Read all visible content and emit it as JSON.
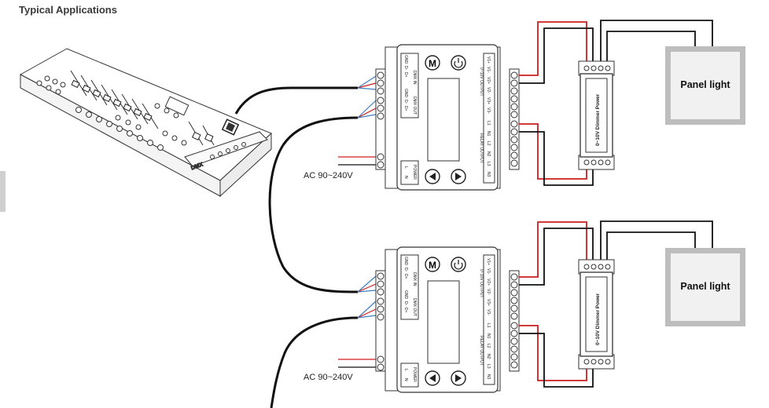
{
  "page": {
    "title": "Typical Applications"
  },
  "controller": {
    "logo_text": "DMX"
  },
  "decoders": [
    {
      "buttons": {
        "mode": "M",
        "power": "power-icon",
        "left": "left-arrow-icon",
        "right": "right-arrow-icon"
      },
      "dmx_in_label": "DMX IN",
      "dmx_in_pins": [
        "GND",
        "D-",
        "D+"
      ],
      "dmx_out_label": "DMX OUT",
      "dmx_out_pins": [
        "GND",
        "D-",
        "D+"
      ],
      "power_label": "POWER",
      "power_pins": [
        "L",
        "N"
      ],
      "output_label": "0~10V OUTPUT",
      "output_pins": [
        "V1+",
        "V1-",
        "V2+",
        "V2-",
        "V3+",
        "V3-"
      ],
      "relay_label": "RELAY OUTPUT",
      "relay_pins": [
        "L1",
        "N1",
        "L2",
        "N2",
        "L3",
        "N3"
      ],
      "ac_label": "AC 90~240V"
    },
    {
      "buttons": {
        "mode": "M",
        "power": "power-icon",
        "left": "left-arrow-icon",
        "right": "right-arrow-icon"
      },
      "dmx_in_label": "DMX IN",
      "dmx_in_pins": [
        "GND",
        "D-",
        "D+"
      ],
      "dmx_out_label": "DMX OUT",
      "dmx_out_pins": [
        "GND",
        "D-",
        "D+"
      ],
      "power_label": "POWER",
      "power_pins": [
        "L",
        "N"
      ],
      "output_label": "0~10V OUTPUT",
      "output_pins": [
        "V1+",
        "V1-",
        "V2+",
        "V2-",
        "V3+",
        "V3-"
      ],
      "relay_label": "RELAY OUTPUT",
      "relay_pins": [
        "L1",
        "N1",
        "L2",
        "N2",
        "L3",
        "N3"
      ],
      "ac_label": "AC 90~240V"
    }
  ],
  "dimmers": [
    {
      "label": "0~10V Dimmer Power"
    },
    {
      "label": "0~10V Dimmer Power"
    }
  ],
  "panels": [
    {
      "label": "Panel light"
    },
    {
      "label": "Panel light"
    }
  ],
  "colors": {
    "wire_black": "#111111",
    "wire_red": "#cc1f1f",
    "wire_blue": "#3f7fbf",
    "outline": "#333333",
    "panel_frame": "#bdbdbd",
    "panel_inner": "#f1f1f1"
  }
}
